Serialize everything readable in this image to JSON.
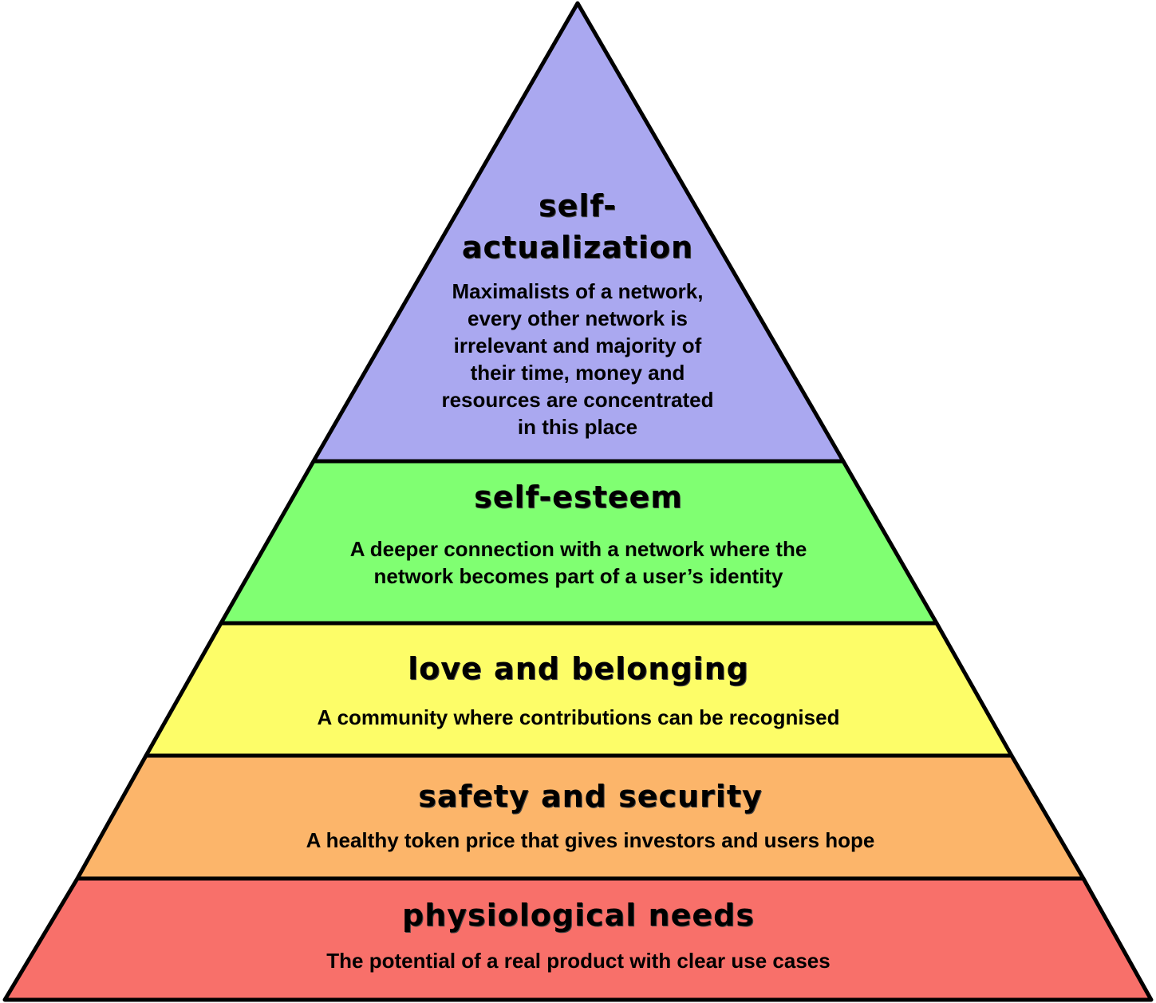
{
  "diagram": {
    "outline_color": "#000000",
    "tiers": [
      {
        "title": "self-\nactualization",
        "description": "Maximalists of a network,\nevery other network is\nirrelevant and majority of\ntheir time, money and\nresources are concentrated\nin this place",
        "color": "#aaa8f0"
      },
      {
        "title": "self-esteem",
        "description": "A deeper connection with a network where the\nnetwork becomes part of a user’s identity",
        "color": "#80ff72"
      },
      {
        "title": "love and belonging",
        "description": "A community where contributions can be recognised",
        "color": "#fdfd68"
      },
      {
        "title": "safety and security",
        "description": "A healthy token price that gives investors and users hope",
        "color": "#fcb56a"
      },
      {
        "title": "physiological needs",
        "description": "The potential of a real product with clear use cases",
        "color": "#f8706a"
      }
    ]
  }
}
